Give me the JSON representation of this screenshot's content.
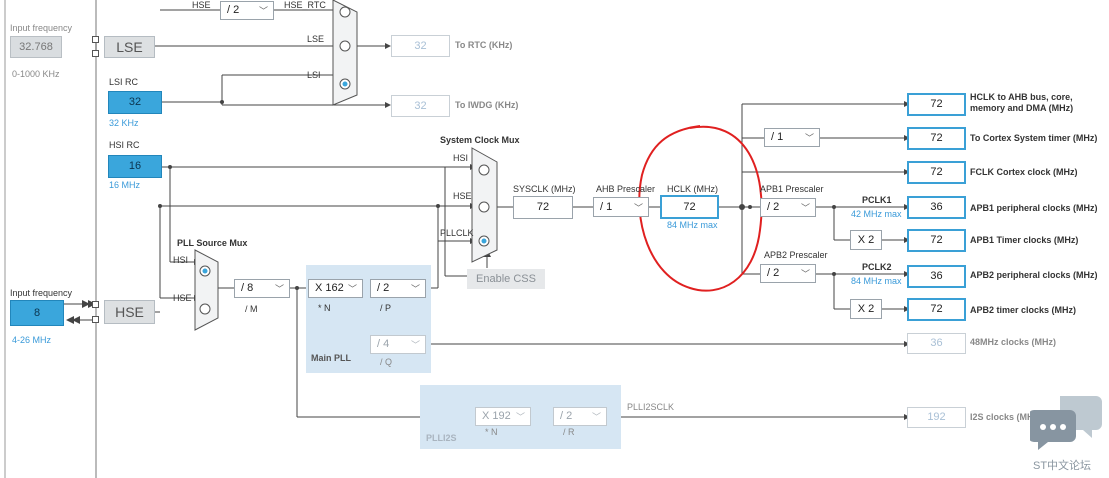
{
  "left": {
    "input_freq_top_label": "Input frequency",
    "input_freq_top_value": "32.768",
    "input_freq_top_range": "0-1000 KHz",
    "lse_label": "LSE",
    "lsi_rc_label": "LSI RC",
    "lsi_value": "32",
    "lsi_sub": "32 KHz",
    "hsi_rc_label": "HSI RC",
    "hsi_value": "16",
    "hsi_sub": "16 MHz",
    "input_freq_bottom_label": "Input frequency",
    "input_freq_bottom_value": "8",
    "input_freq_bottom_range": "4-26 MHz",
    "hse_label": "HSE"
  },
  "rtc": {
    "hse_label": "HSE",
    "hse_div": "/ 2",
    "hse_rtc_label": "HSE_RTC",
    "lse_label": "LSE",
    "lsi_label": "LSI",
    "rtc_value": "32",
    "rtc_label": "To RTC (KHz)",
    "iwdg_value": "32",
    "iwdg_label": "To IWDG (KHz)"
  },
  "pll": {
    "source_mux_label": "PLL Source Mux",
    "hsi_label": "HSI",
    "hse_label": "HSE",
    "m_div": "/ 8",
    "m_label": "/ M",
    "n_mul": "X 162",
    "n_label": "* N",
    "p_div": "/ 2",
    "p_label": "/ P",
    "q_div": "/ 4",
    "q_label": "/ Q",
    "main_pll_label": "Main PLL"
  },
  "sysmux": {
    "title": "System Clock Mux",
    "hsi_label": "HSI",
    "hse_label": "HSE",
    "pllclk_label": "PLLCLK",
    "enable_css": "Enable CSS"
  },
  "bus": {
    "sysclk_label": "SYSCLK (MHz)",
    "sysclk_value": "72",
    "ahb_label": "AHB Prescaler",
    "ahb_div": "/ 1",
    "hclk_label": "HCLK (MHz)",
    "hclk_value": "72",
    "hclk_max": "84 MHz max",
    "apb1_label": "APB1 Prescaler",
    "apb1_div": "/ 2",
    "pclk1_label": "PCLK1",
    "pclk1_max": "42 MHz max",
    "apb2_label": "APB2 Prescaler",
    "apb2_div": "/ 2",
    "pclk2_label": "PCLK2",
    "pclk2_max": "84 MHz max",
    "cortex_div": "/ 1",
    "x2_a": "X 2",
    "x2_b": "X 2"
  },
  "outputs": [
    {
      "value": "72",
      "label": "HCLK to AHB bus, core, memory and DMA (MHz)"
    },
    {
      "value": "72",
      "label": "To Cortex System timer (MHz)"
    },
    {
      "value": "72",
      "label": "FCLK Cortex clock (MHz)"
    },
    {
      "value": "36",
      "label": "APB1 peripheral clocks (MHz)"
    },
    {
      "value": "72",
      "label": "APB1 Timer clocks (MHz)"
    },
    {
      "value": "36",
      "label": "APB2 peripheral clocks (MHz)"
    },
    {
      "value": "72",
      "label": "APB2 timer clocks (MHz)"
    }
  ],
  "usb": {
    "value": "36",
    "label": "48MHz clocks (MHz)"
  },
  "i2s": {
    "n_mul": "X 192",
    "n_label": "* N",
    "r_div": "/ 2",
    "r_label": "/ R",
    "panel_label": "PLLI2S",
    "clk_label": "PLLI2SCLK",
    "value": "192",
    "label": "I2S clocks (MHz)"
  },
  "watermark": "ST中文论坛",
  "colors": {
    "accent": "#3aa6dc",
    "annotation": "#e02020",
    "panel": "#d6e6f3"
  }
}
